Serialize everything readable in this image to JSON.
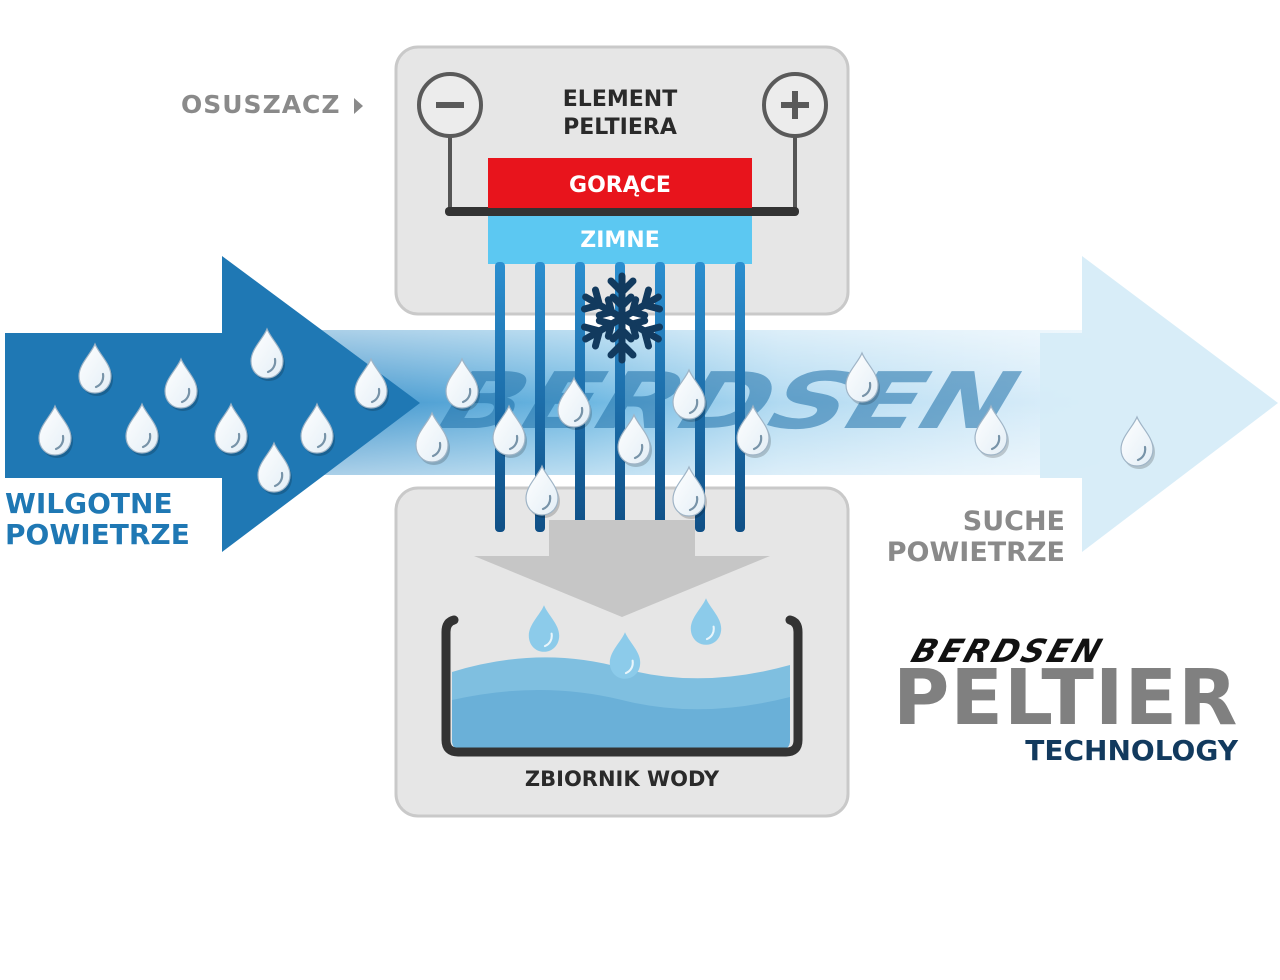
{
  "labels": {
    "device": "OSUSZACZ",
    "peltier_line1": "ELEMENT",
    "peltier_line2": "PELTIERA",
    "hot": "GORĄCE",
    "cold": "ZIMNE",
    "humid_line1": "WILGOTNE",
    "humid_line2": "POWIETRZE",
    "dry_line1": "SUCHE",
    "dry_line2": "POWIETRZE",
    "tank": "ZBIORNIK WODY",
    "minus": "−",
    "plus": "+"
  },
  "brand": {
    "watermark": "BERDSEN",
    "logo_name": "BERDSEN",
    "logo_main": "PELTIER",
    "logo_sub": "TECHNOLOGY"
  },
  "icons": {
    "droplet": "water-drop-icon",
    "snowflake": "snowflake-icon",
    "minus": "minus-terminal-icon",
    "plus": "plus-terminal-icon"
  },
  "colors": {
    "hot": "#e8141c",
    "cold": "#5cc8f2",
    "humid_arrow": "#1f78b4",
    "dry_arrow": "#d6ecf8",
    "panel": "#e6e6e6",
    "panel_border": "#c9c9c9",
    "gray_text": "#8a8a8a",
    "dark_text": "#2a2a2a",
    "navy": "#123a5e",
    "water": "#7fbfe0"
  }
}
